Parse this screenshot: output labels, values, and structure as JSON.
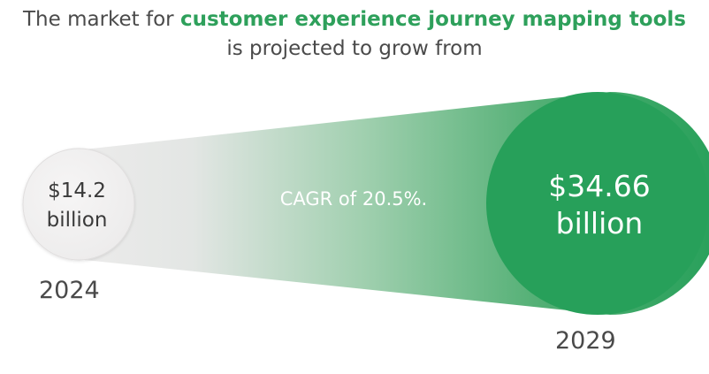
{
  "headline": {
    "lead": "The market for ",
    "highlight": "customer experience journey mapping tools",
    "tail": "is projected to grow from"
  },
  "start": {
    "value_line1": "$14.2",
    "value_line2": "billion",
    "year": "2024"
  },
  "end": {
    "value_line1": "$34.66",
    "value_line2": "billion",
    "year": "2029"
  },
  "cagr_text": "CAGR of 20.5%.",
  "colors": {
    "accent": "#2ea05b",
    "funnel_end": "#27a05a",
    "circle_small": "#f2f1f1",
    "text": "#4a4a4a"
  }
}
